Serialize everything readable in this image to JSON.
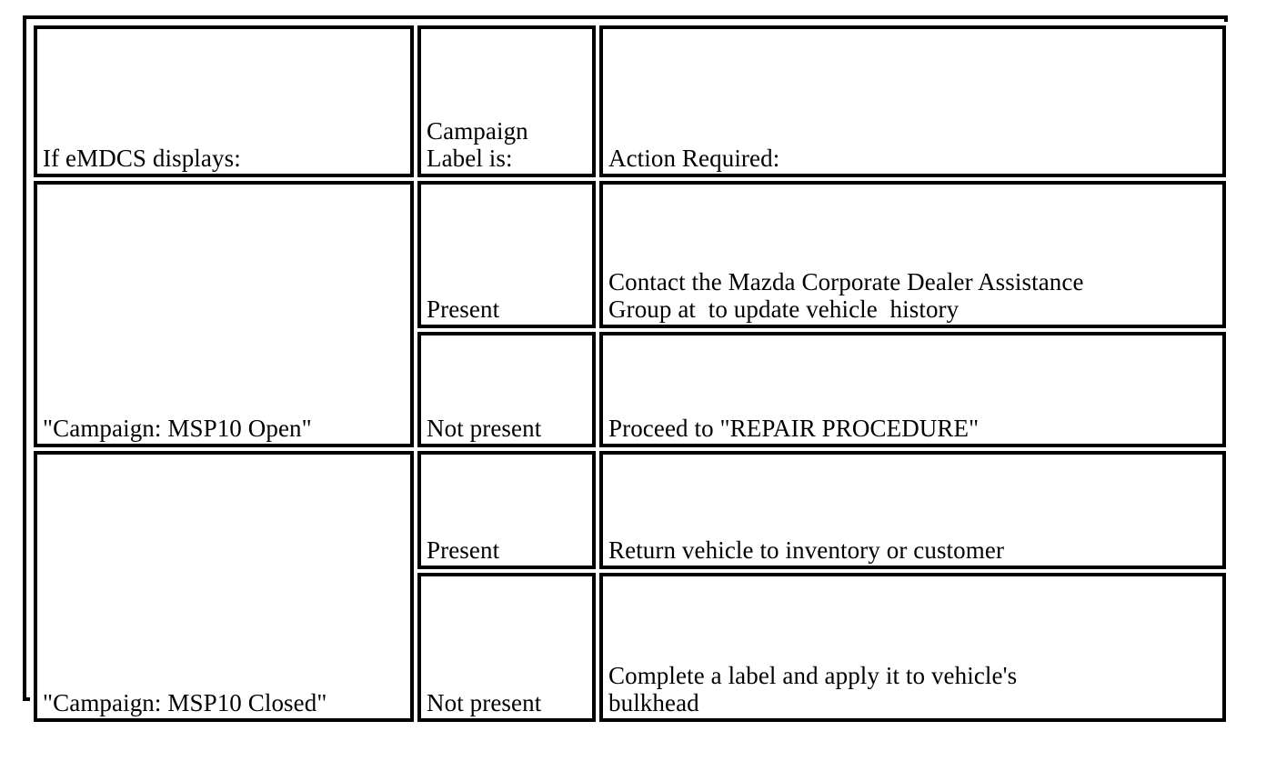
{
  "document": {
    "type": "procedure-decision-table",
    "background_color": "#ffffff",
    "text_color": "#000000",
    "border_color": "#000000"
  },
  "table": {
    "headers": {
      "col1": "If eMDCS displays:",
      "col2": "Campaign\nLabel is:",
      "col3": "Action Required:"
    },
    "rows": [
      {
        "condition": "\"Campaign: MSP10 Open\"",
        "cases": [
          {
            "label_state": "Present",
            "action": "Contact the Mazda Corporate Dealer Assistance\nGroup at  to update vehicle  history"
          },
          {
            "label_state": "Not present",
            "action": "Proceed to \"REPAIR PROCEDURE\""
          }
        ]
      },
      {
        "condition": "\"Campaign: MSP10 Closed\"",
        "cases": [
          {
            "label_state": "Present",
            "action": "Return vehicle to inventory or customer"
          },
          {
            "label_state": "Not present",
            "action": "Complete a label and apply it to vehicle's\nbulkhead"
          }
        ]
      }
    ]
  }
}
